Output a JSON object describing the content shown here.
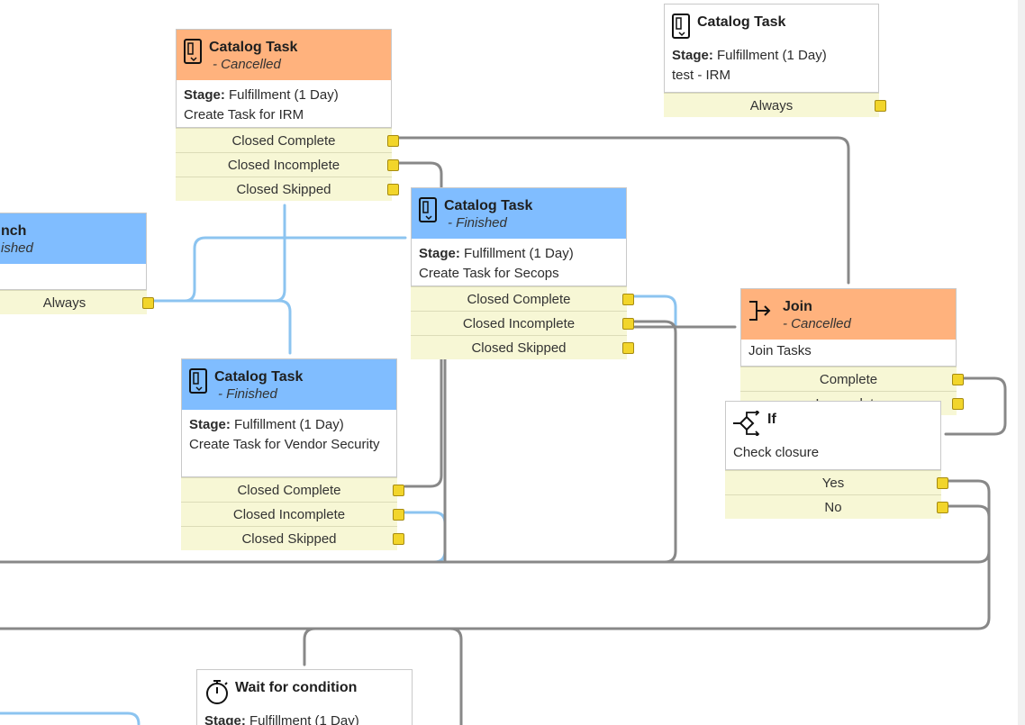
{
  "colors": {
    "wire_gray": "#888888",
    "wire_blue": "#8cc4f0",
    "header_orange": "#ffb27d",
    "header_blue": "#80bdff",
    "output_bg": "#f7f7d5",
    "port": "#f2d52b"
  },
  "nodes": {
    "task_irm": {
      "icon": "catalog-task-icon",
      "title": "Catalog Task",
      "state": "- Cancelled",
      "stage_label": "Stage:",
      "stage_value": "Fulfillment (1 Day)",
      "description": "Create Task for IRM",
      "outputs": [
        "Closed Complete",
        "Closed Incomplete",
        "Closed Skipped"
      ]
    },
    "task_irm_test": {
      "icon": "catalog-task-icon",
      "title": "Catalog Task",
      "stage_label": "Stage:",
      "stage_value": "Fulfillment (1 Day)",
      "description": "test - IRM",
      "outputs": [
        "Always"
      ]
    },
    "branch": {
      "title_fragment": "nch",
      "state_fragment": "ished",
      "outputs": [
        "Always"
      ]
    },
    "task_secops": {
      "icon": "catalog-task-icon",
      "title": "Catalog Task",
      "state": "- Finished",
      "stage_label": "Stage:",
      "stage_value": "Fulfillment (1 Day)",
      "description": "Create Task for Secops",
      "outputs": [
        "Closed Complete",
        "Closed Incomplete",
        "Closed Skipped"
      ]
    },
    "task_vendor": {
      "icon": "catalog-task-icon",
      "title": "Catalog Task",
      "state": "- Finished",
      "stage_label": "Stage:",
      "stage_value": "Fulfillment (1 Day)",
      "description": "Create Task for Vendor Security",
      "outputs": [
        "Closed Complete",
        "Closed Incomplete",
        "Closed Skipped"
      ]
    },
    "join": {
      "icon": "join-icon",
      "title": "Join",
      "state": "- Cancelled",
      "description": "Join Tasks",
      "outputs": [
        "Complete",
        "Incomplete"
      ]
    },
    "if_node": {
      "icon": "if-icon",
      "title": "If",
      "description": "Check closure",
      "outputs": [
        "Yes",
        "No"
      ]
    },
    "wait": {
      "icon": "timer-icon",
      "title": "Wait for condition",
      "stage_label": "Stage:",
      "stage_value": "Fulfillment (1 Day)"
    }
  }
}
